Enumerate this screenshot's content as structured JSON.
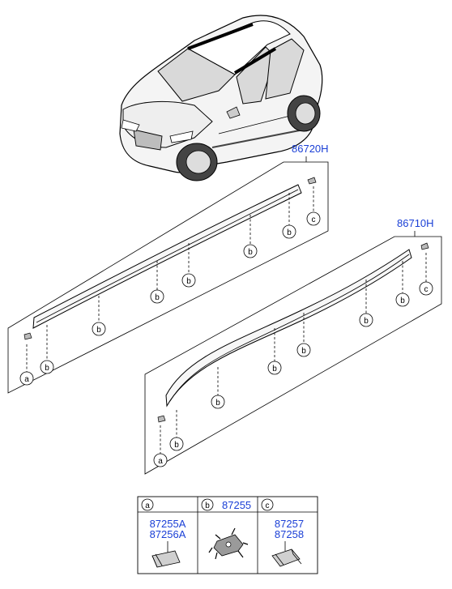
{
  "assemblies": [
    {
      "part_number": "86720H"
    },
    {
      "part_number": "86710H"
    }
  ],
  "callouts": {
    "a": "a",
    "b": "b",
    "c": "c"
  },
  "legend": {
    "columns": [
      {
        "key": "a",
        "parts": [
          "87255A",
          "87256A"
        ]
      },
      {
        "key": "b",
        "parts": [
          "87255"
        ]
      },
      {
        "key": "c",
        "parts": [
          "87257",
          "87258"
        ]
      }
    ]
  },
  "colors": {
    "part_number_text": "#1a3fd6",
    "line": "#000000"
  }
}
